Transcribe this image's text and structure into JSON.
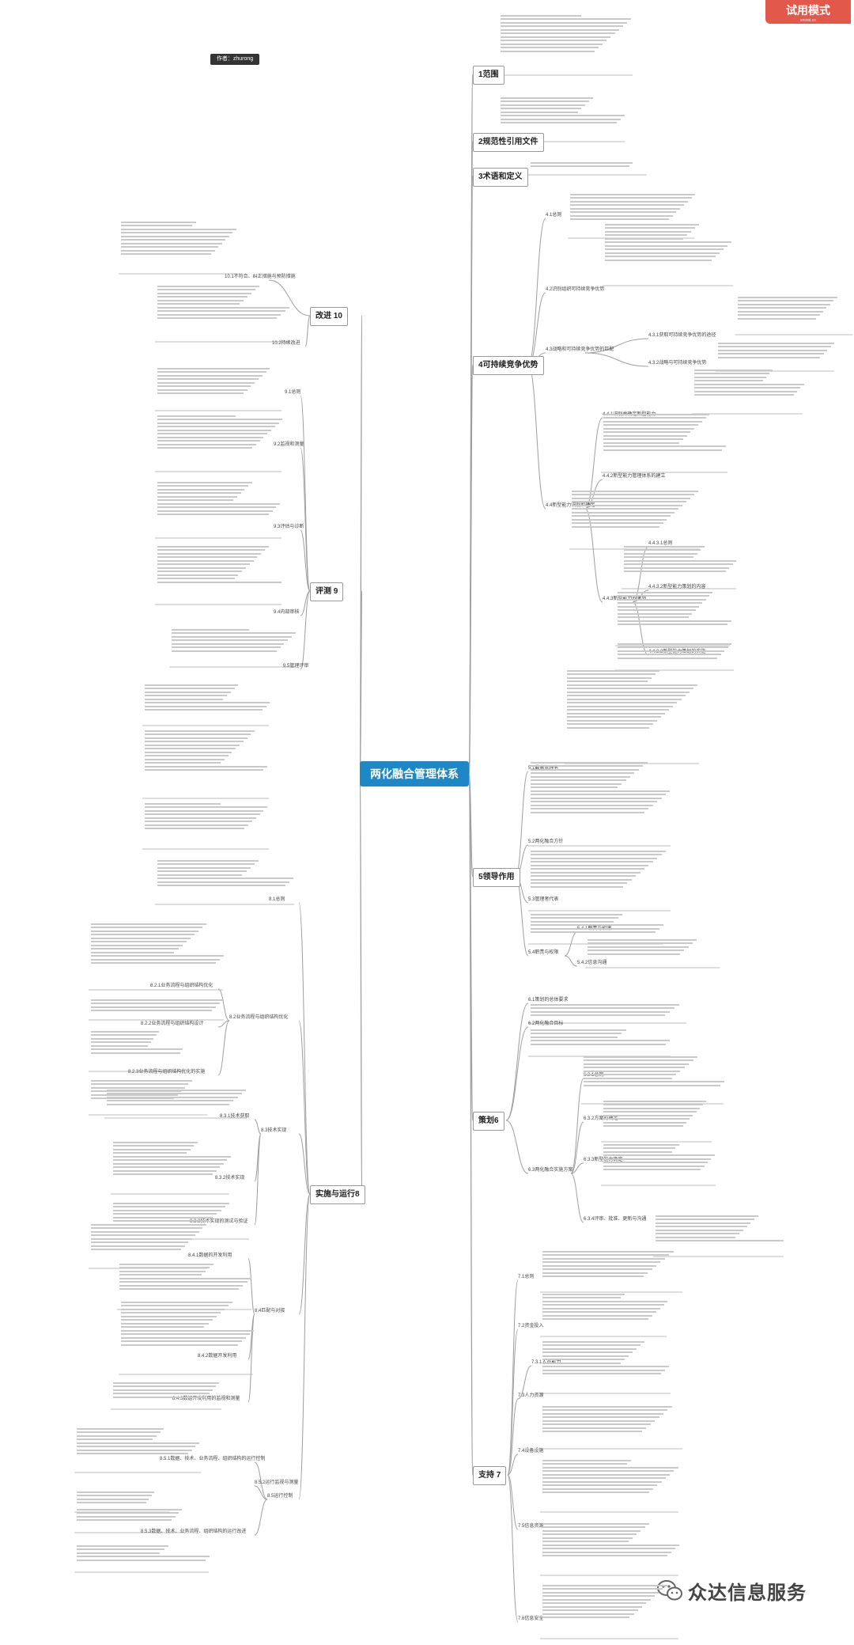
{
  "badge": {
    "label": "试用模式",
    "sub": "xmind.cn"
  },
  "author": "作者：zhurong",
  "root": "两化融合管理体系",
  "watermark": {
    "icon": "wechat-icon",
    "text": "众达信息服务"
  },
  "branches": [
    {
      "label": "1范围",
      "side": "right"
    },
    {
      "label": "2规范性引用文件",
      "side": "right"
    },
    {
      "label": "3术语和定义",
      "side": "right"
    },
    {
      "label": "4可持续竞争优势",
      "side": "right"
    },
    {
      "label": "5领导作用",
      "side": "right"
    },
    {
      "label": "策划6",
      "side": "right"
    },
    {
      "label": "支持 7",
      "side": "right"
    },
    {
      "label": "改进 10",
      "side": "left"
    },
    {
      "label": "评测 9",
      "side": "left"
    },
    {
      "label": "实施与运行8",
      "side": "left"
    }
  ],
  "subs": {
    "s4": [
      "4.1总则",
      "4.2识别组织可持续竞争优势",
      "4.3战略和可持续竞争优势的匹配",
      "4.4新型能力识别和确定"
    ],
    "s4_3": [
      "4.3.1获取可持续竞争优势的途径",
      "4.3.2战略与可持续竞争优势"
    ],
    "s4_4": [
      "4.4.1识别并确定新型能力",
      "4.4.2新型能力管理体系的建立",
      "4.4.3新型能力的策划"
    ],
    "s4_4_3": [
      "4.4.3.1总则",
      "4.4.3.2新型能力策划的内容",
      "4.4.3.3新型能力策划的实施"
    ],
    "s5": [
      "5.1最高管理者",
      "5.2两化融合方针",
      "5.3管理者代表",
      "5.4职责与权限"
    ],
    "s5_4": [
      "5.4.1职责与权限",
      "5.4.2信息沟通"
    ],
    "s6": [
      "6.1策划的总体要求",
      "6.2两化融合目标",
      "6.3两化融合实施方案"
    ],
    "s6_3": [
      "6.3.1总则",
      "6.3.2方案的确定",
      "6.3.3新型能力确定",
      "6.3.4评审、批准、更新与沟通"
    ],
    "s7": [
      "7.1总则",
      "7.2资金投入",
      "7.3人力资源",
      "7.4设备设施",
      "7.5信息资源",
      "7.6信息安全"
    ],
    "s7_3": [
      "7.3.1人员能力"
    ],
    "s10": [
      "10.1不符合、纠正措施与预防措施",
      "10.2持续改进"
    ],
    "s9": [
      "9.1总则",
      "9.2监视和测量",
      "9.3评估与诊断",
      "9.4内部审核",
      "9.5管理评审"
    ],
    "s8": [
      "8.1总则",
      "8.2业务流程与组织结构优化",
      "8.3技术实现",
      "8.4匹配与对接",
      "8.5运行控制"
    ],
    "s8_2": [
      "8.2.1业务流程与组织结构优化",
      "8.2.2业务流程与组织结构设计",
      "8.2.3业务流程与组织结构优化的实施"
    ],
    "s8_3": [
      "8.3.1技术获取",
      "8.3.2技术实现",
      "8.3.3技术实现的测试与验证"
    ],
    "s8_4": [
      "8.4.1数据的开发利用",
      "8.4.2数据开发利用",
      "8.4.3数据开发利用的监视和测量"
    ],
    "s8_5": [
      "8.5.1数据、技术、业务流程、组织结构的运行控制",
      "8.5.2运行监视与测量",
      "8.5.3数据、技术、业务流程、组织结构的运行改进"
    ]
  }
}
